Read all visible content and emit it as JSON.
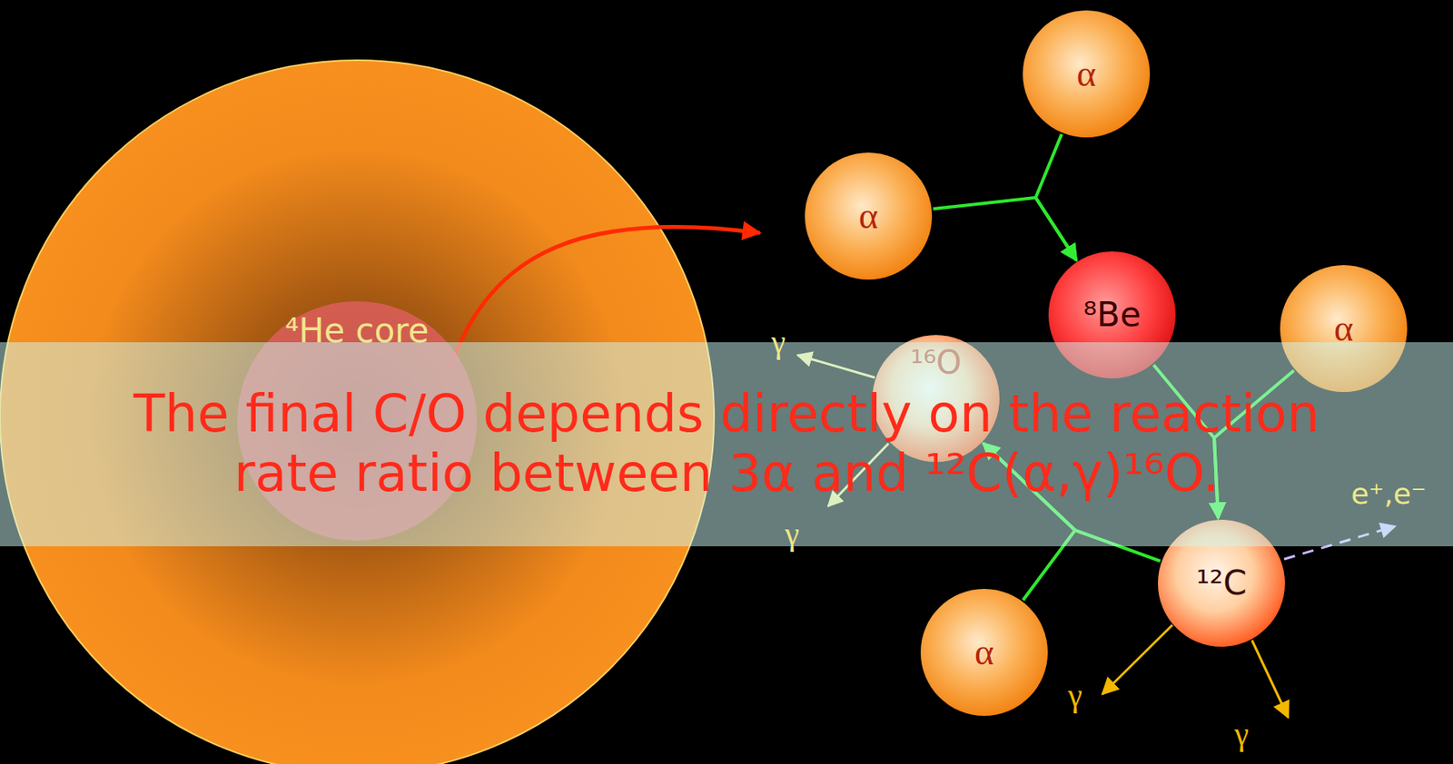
{
  "diagram": {
    "nodes": [
      {
        "text": [
          "⁴He core"
        ]
      },
      {
        "text": [
          "α"
        ]
      },
      {
        "text": [
          "α"
        ]
      },
      {
        "text": [
          "⁸Be"
        ]
      },
      {
        "text": [
          "α"
        ]
      },
      {
        "text": [
          "¹⁶O"
        ]
      },
      {
        "text": [
          "¹²C"
        ]
      },
      {
        "text": [
          "α"
        ]
      },
      {
        "text": [
          "The final C/O depends directly on the reaction rate ratio between 3α and ¹²C(α,γ)¹⁶O."
        ]
      }
    ],
    "edges": [
      {
        "from": 1,
        "to": 3,
        "arrow": "to"
      },
      {
        "from": 2,
        "to": 3,
        "arrow": "to"
      },
      {
        "from": 3,
        "to": 6,
        "arrow": "to"
      },
      {
        "from": 4,
        "to": 6,
        "arrow": "to"
      },
      {
        "from": 6,
        "to": 5,
        "arrow": "to"
      },
      {
        "from": 7,
        "to": 5,
        "arrow": "to"
      }
    ],
    "labels": [
      "γ",
      "e⁺,e⁻",
      "γ",
      "γ",
      "γ"
    ]
  }
}
